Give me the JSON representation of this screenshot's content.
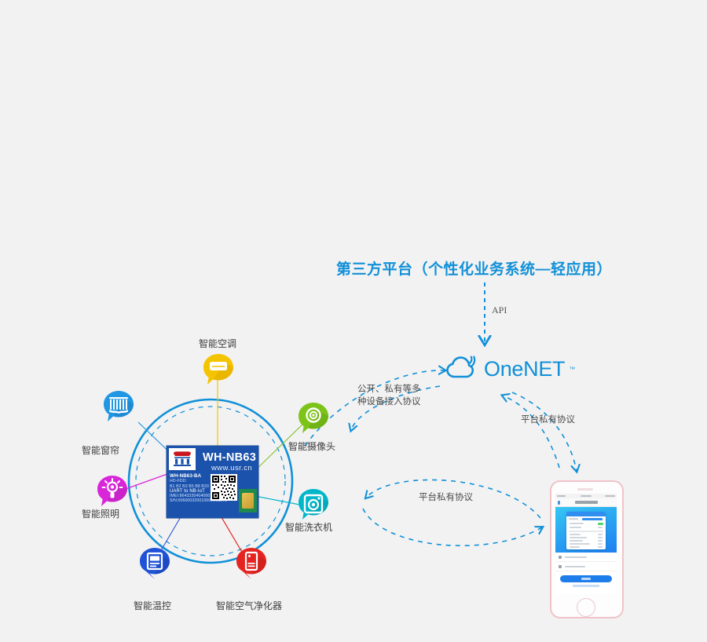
{
  "page": {
    "background": "#f2f2f2",
    "accent": "#1190d8"
  },
  "title": "第三方平台（个性化业务系统—轻应用）",
  "api_label": "API",
  "cloud": {
    "name": "OneNET",
    "trademark": "™",
    "icon": "cloud-signal-icon"
  },
  "protocol_captions": {
    "left": [
      "公开、私有等多",
      "种设备接入协议"
    ],
    "right": "平台私有协议",
    "bottom": "平台私有协议"
  },
  "module": {
    "brand_logo": "usr-logo",
    "name": "WH-NB63",
    "url": "www.usr.cn",
    "spec_lines": [
      "WH-NB63-BA",
      "HD-FDD:",
      "B1 B2 B3 B5 B8 B20",
      "UART to NB-IoT",
      "IMEI:864333040400075",
      "S/N:006000320010600065272"
    ],
    "qr_label": "qr-code",
    "antenna_label": "antenna-pad"
  },
  "devices": [
    {
      "id": "air-conditioner",
      "label": "智能空调",
      "color": "#f5c400",
      "shade": "#e0ad00",
      "icon": "air-conditioner-icon",
      "label_pos": "top"
    },
    {
      "id": "curtain",
      "label": "智能窗帘",
      "color": "#2196e3",
      "shade": "#1a7ec4",
      "icon": "curtain-icon",
      "label_pos": "bottom"
    },
    {
      "id": "lighting",
      "label": "智能照明",
      "color": "#d926d9",
      "shade": "#b91fb9",
      "icon": "bulb-icon",
      "label_pos": "bottom"
    },
    {
      "id": "thermostat",
      "label": "智能温控",
      "color": "#1f52d6",
      "shade": "#1741ad",
      "icon": "thermostat-icon",
      "label_pos": "bottom"
    },
    {
      "id": "air-purifier",
      "label": "智能空气净化器",
      "color": "#e52421",
      "shade": "#c21b19",
      "icon": "air-purifier-icon",
      "label_pos": "bottom"
    },
    {
      "id": "washing-machine",
      "label": "智能洗衣机",
      "color": "#00b6c9",
      "shade": "#009aab",
      "icon": "washing-machine-icon",
      "label_pos": "bottom"
    },
    {
      "id": "camera",
      "label": "智能摄像头",
      "color": "#7dc41a",
      "shade": "#66a512",
      "icon": "camera-icon",
      "label_pos": "bottom"
    }
  ],
  "phone": {
    "device": "smartphone-mockup",
    "finish": "rose-gold",
    "screen": "app-device-binding-screen"
  }
}
